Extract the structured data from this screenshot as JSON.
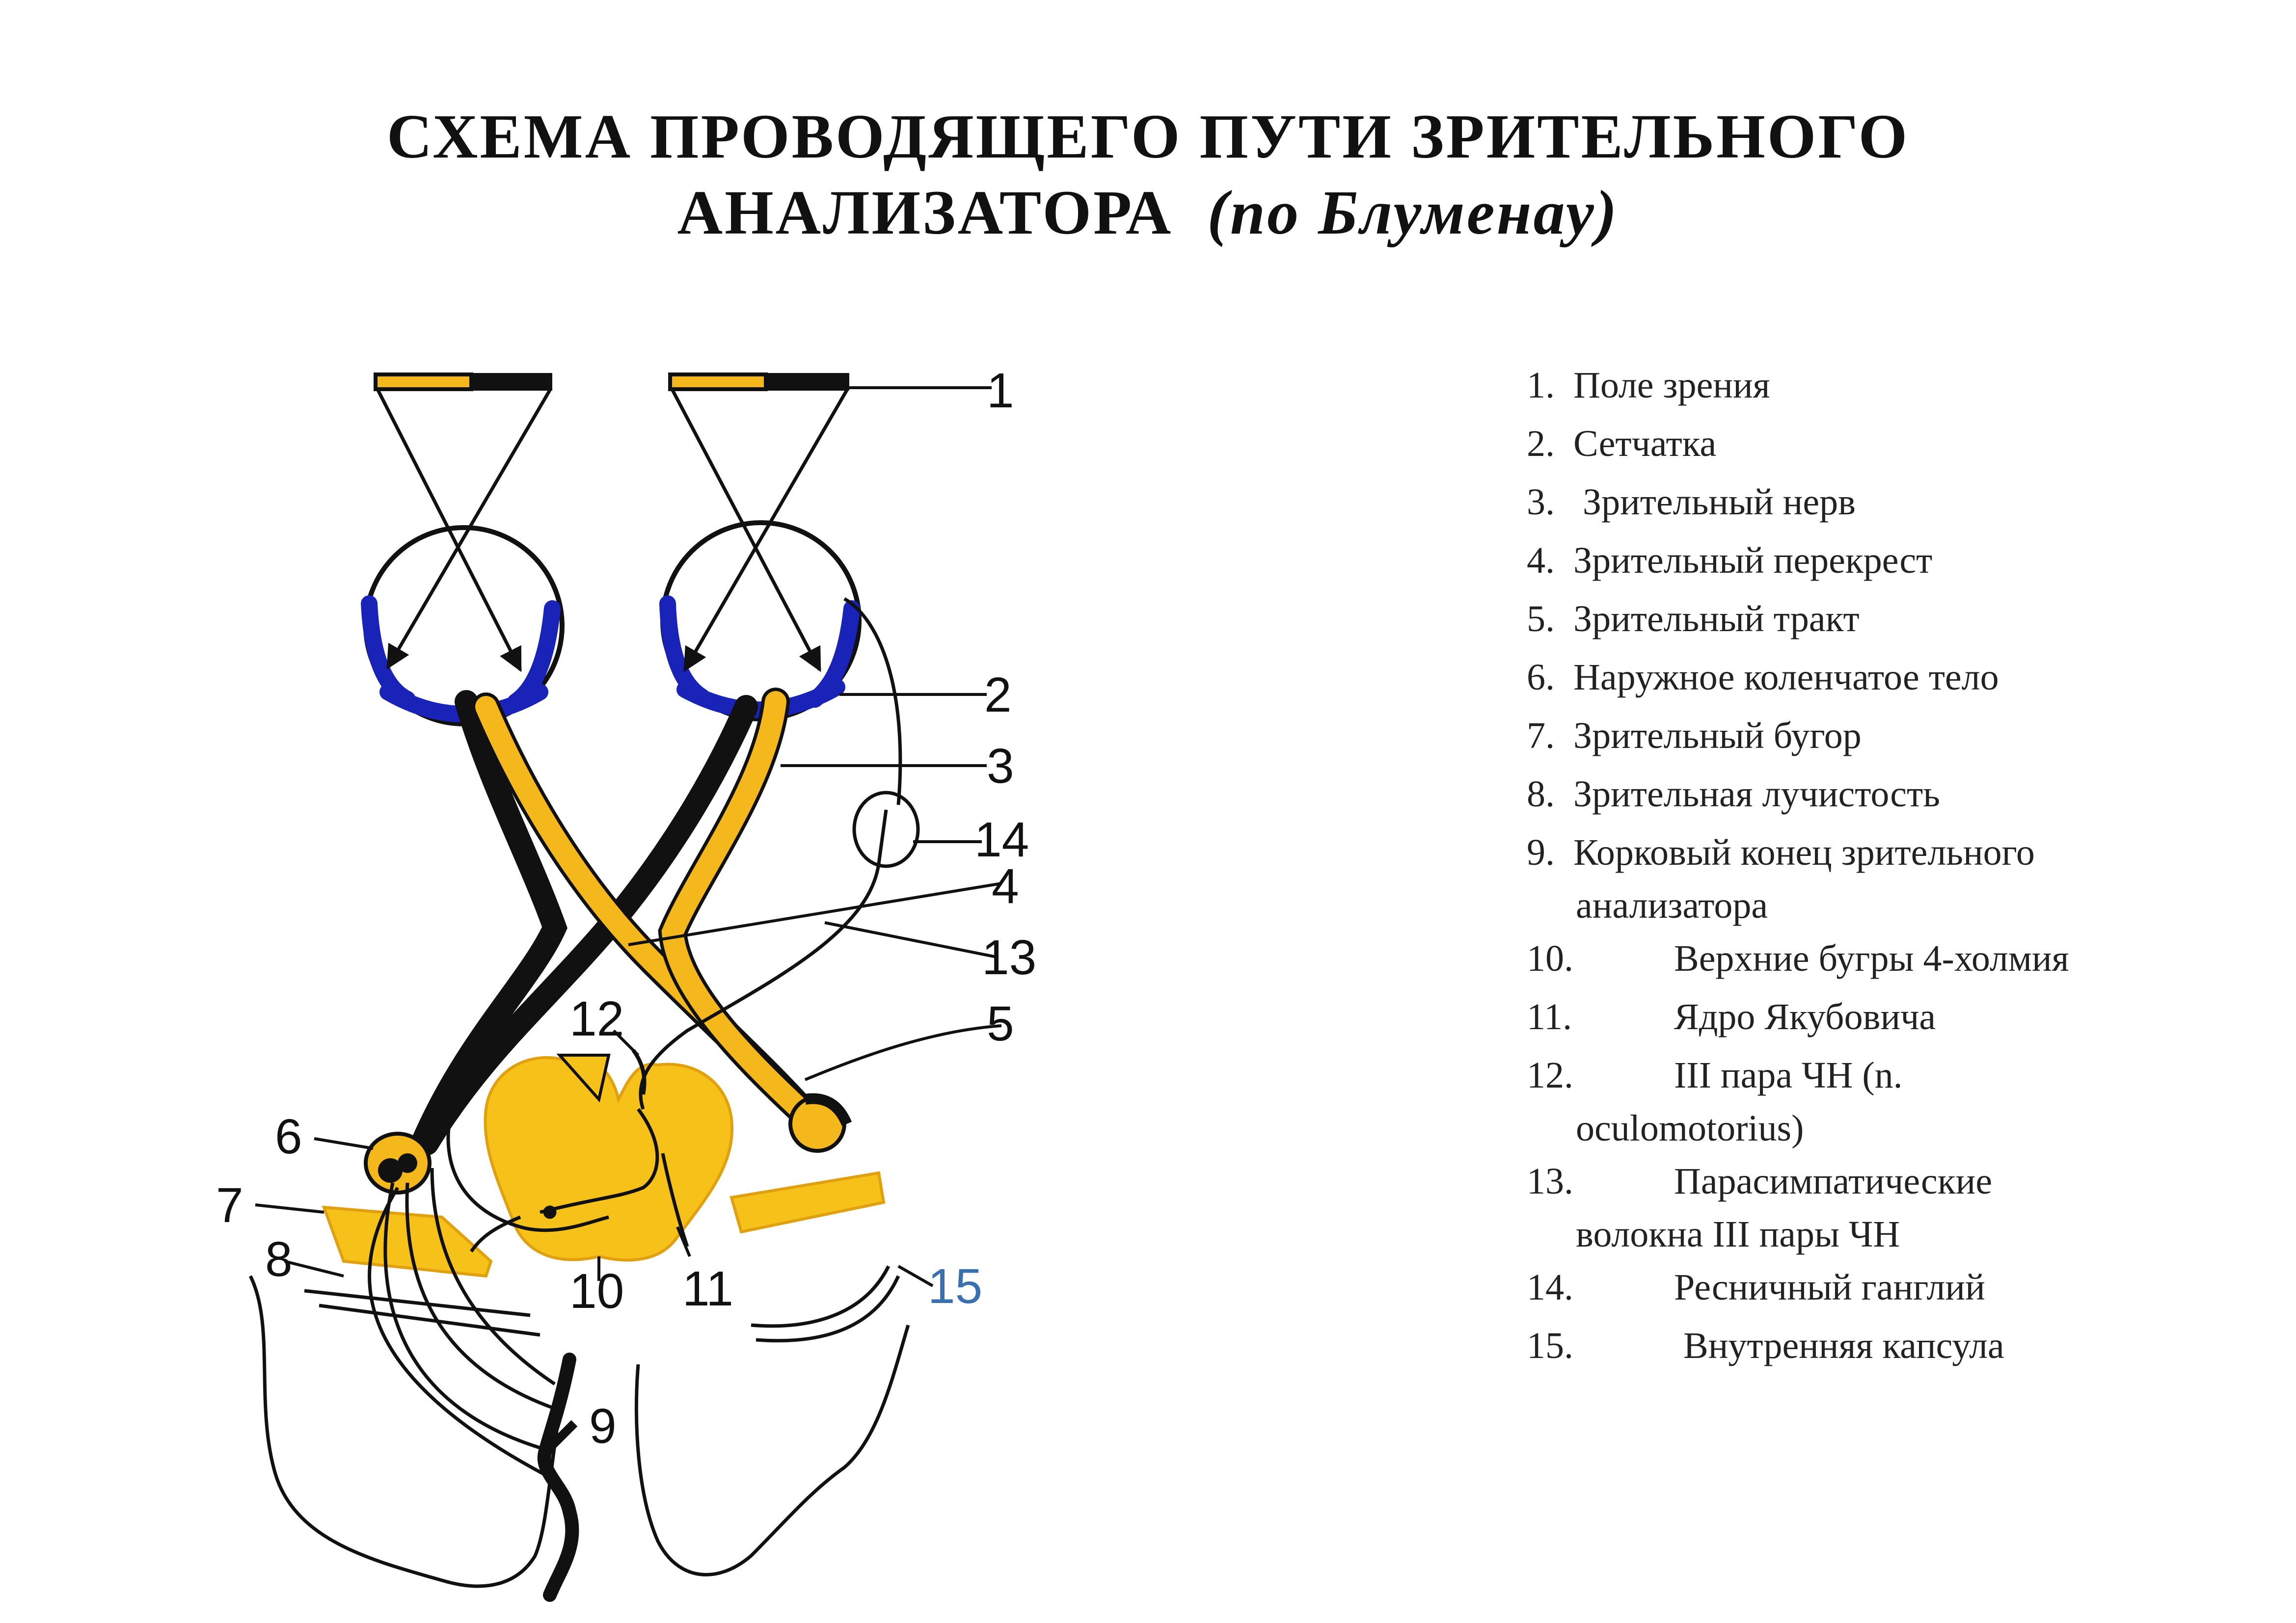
{
  "title": {
    "line1": "СХЕМА  ПРОВОДЯЩЕГО   ПУТИ  ЗРИТЕЛЬНОГО",
    "line2": "АНАЛИЗАТОРА",
    "line2_italic": "(по Блуменау)"
  },
  "colors": {
    "pathway": "#f4b81c",
    "nucleus": "#f6c21a",
    "retina": "#1a23b8",
    "outline": "#111111",
    "label15": "#3a6fb0"
  },
  "diagram_labels": [
    "1",
    "2",
    "3",
    "14",
    "4",
    "13",
    "5",
    "12",
    "6",
    "7",
    "8",
    "10",
    "11",
    "15",
    "9"
  ],
  "legend": [
    {
      "num": "1.",
      "text": "Поле зрения"
    },
    {
      "num": "2.",
      "text": "Сетчатка"
    },
    {
      "num": "3.",
      "text": " Зрительный нерв"
    },
    {
      "num": "4.",
      "text": "Зрительный перекрест"
    },
    {
      "num": "5.",
      "text": "Зрительный тракт"
    },
    {
      "num": "6.",
      "text": "Наружное коленчатое тело"
    },
    {
      "num": "7.",
      "text": "Зрительный бугор"
    },
    {
      "num": "8.",
      "text": "Зрительная лучистость"
    },
    {
      "num": "9.",
      "text": "Корковый конец зрительного",
      "cont": "анализатора"
    },
    {
      "num": "10.",
      "text": "Верхние бугры 4-холмия"
    },
    {
      "num": "11.",
      "text": "Ядро Якубовича"
    },
    {
      "num": "12.",
      "text": "III пара ЧН (n.",
      "cont": "oculomotorius)"
    },
    {
      "num": "13.",
      "text": "Парасимпатические",
      "cont": "волокна III пары ЧН"
    },
    {
      "num": "14.",
      "text": "Ресничный  ганглий"
    },
    {
      "num": "15.",
      "text": " Внутренняя капсула"
    }
  ]
}
